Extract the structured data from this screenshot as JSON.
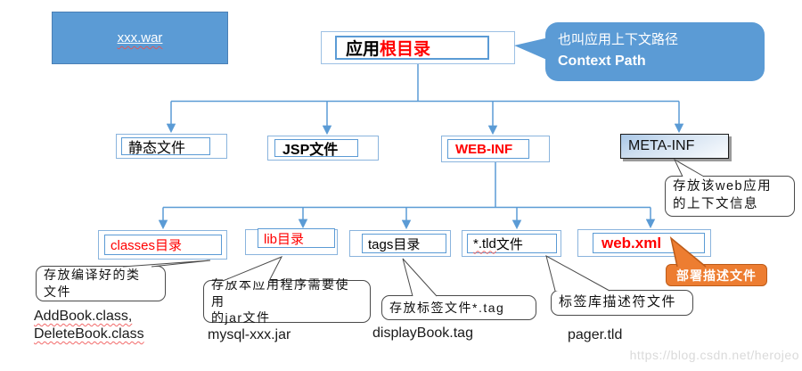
{
  "war_box": {
    "label": "xxx.war"
  },
  "root_box": {
    "text_black": "应用",
    "text_red": "根目录"
  },
  "context_callout": {
    "line1": "也叫应用上下文路径",
    "line2": "Context Path"
  },
  "level2": {
    "static": "静态文件",
    "jsp": "JSP文件",
    "webinf": "WEB-INF",
    "metainf": "META-INF"
  },
  "metainf_callout": {
    "line1": "存放该web应用",
    "line2": "的上下文信息"
  },
  "level3": {
    "classes": "classes目录",
    "lib": "lib目录",
    "tags": "tags目录",
    "tld_star": "*.tld",
    "tld_suffix": "文件",
    "webxml": "web.xml"
  },
  "callouts": {
    "classes_line1": "存放编译好的类",
    "classes_line2": "文件",
    "lib_line1": "存放本应用程序需要使用",
    "lib_line2": "的jar文件",
    "tags": "存放标签文件*.tag",
    "tld": "标签库描述符文件",
    "webxml": "部署描述文件"
  },
  "examples": {
    "classes_line1": "AddBook.class,",
    "classes_line2": "DeleteBook.class",
    "lib": "mysql-xxx.jar",
    "tags": "displayBook.tag",
    "tld": "pager.tld"
  },
  "watermark": "https://blog.csdn.net/herojeo",
  "colors": {
    "blue": "#5B9BD5",
    "orange": "#ED7D31",
    "red": "#FF0000"
  }
}
